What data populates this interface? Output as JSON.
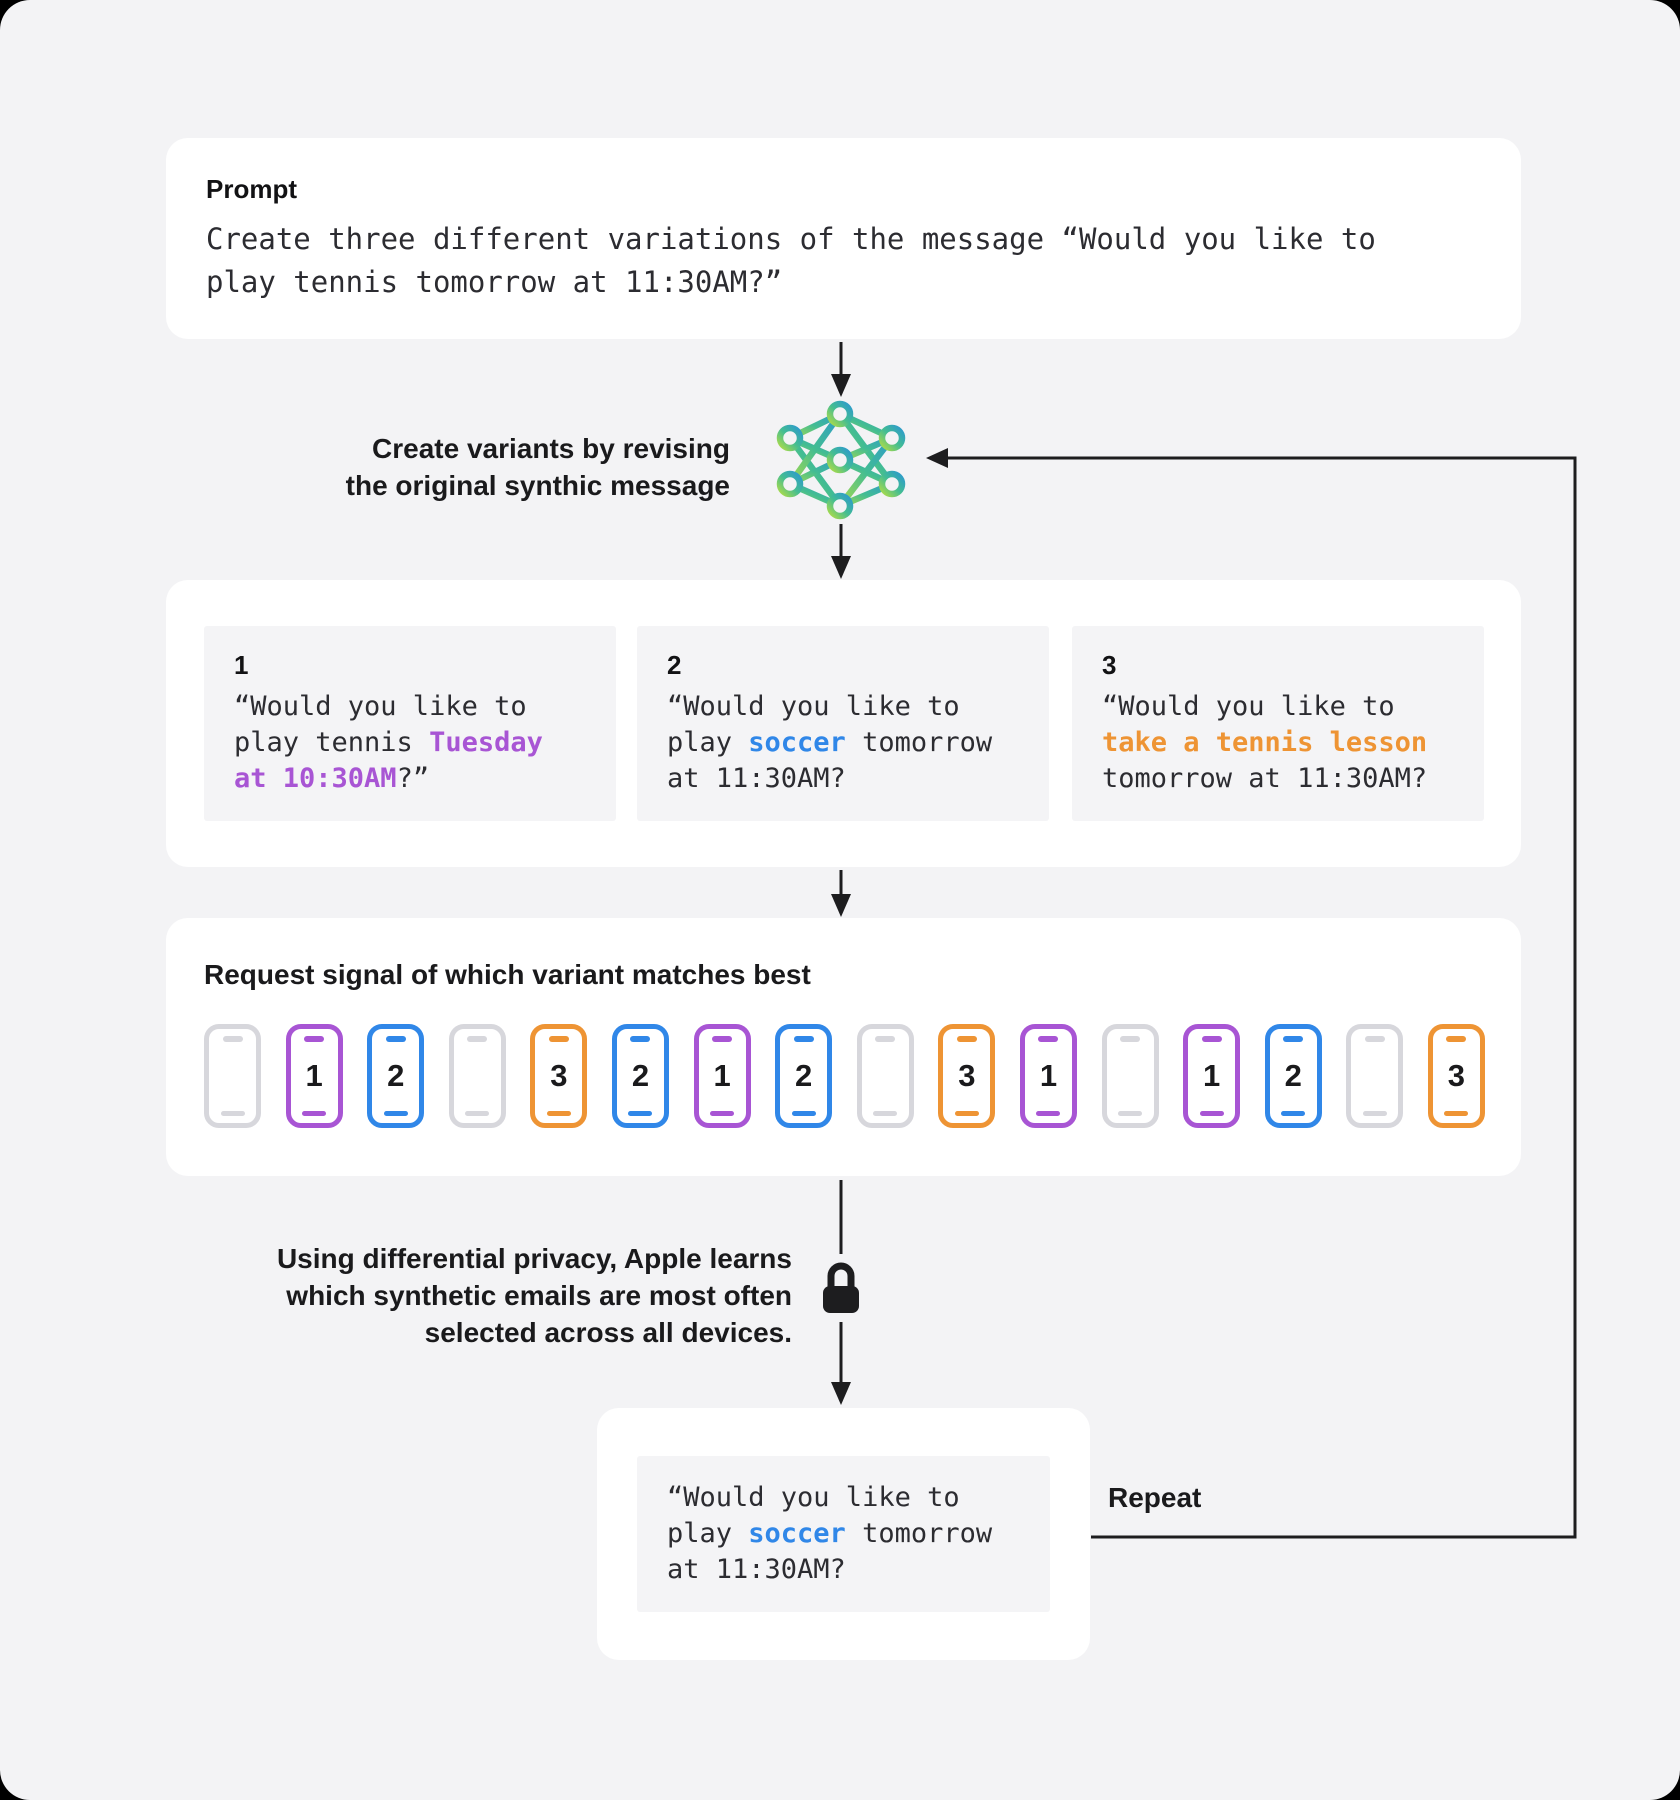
{
  "colors": {
    "purple": "#A855D4",
    "blue": "#3087E8",
    "orange": "#EE9434",
    "gray_phone": "#D7D7DC",
    "arrow": "#1D1D1F",
    "network_gradient": [
      "#AADB4B",
      "#43BD92",
      "#2D9BCC"
    ]
  },
  "prompt_card": {
    "label": "Prompt",
    "text": "Create three different variations of the message “Would you like to\nplay tennis tomorrow at 11:30AM?”"
  },
  "revise_step": {
    "icon": "neural-network-icon",
    "label_line1": "Create variants by revising",
    "label_line2": "the original synthic message"
  },
  "variants_card": {
    "items": [
      {
        "number": "1",
        "segments": [
          {
            "text": "“Would you like to\nplay tennis ",
            "color": "default"
          },
          {
            "text": "Tuesday\nat 10:30AM",
            "color": "purple"
          },
          {
            "text": "?”",
            "color": "default"
          }
        ]
      },
      {
        "number": "2",
        "segments": [
          {
            "text": "“Would you like to\nplay ",
            "color": "default"
          },
          {
            "text": "soccer",
            "color": "blue"
          },
          {
            "text": " tomorrow\nat 11:30AM?",
            "color": "default"
          }
        ]
      },
      {
        "number": "3",
        "segments": [
          {
            "text": "“Would you like to\n",
            "color": "default"
          },
          {
            "text": "take a tennis lesson",
            "color": "orange"
          },
          {
            "text": "\ntomorrow at 11:30AM?",
            "color": "default"
          }
        ]
      }
    ]
  },
  "signal_card": {
    "title": "Request signal of which variant matches best",
    "phones": [
      null,
      1,
      2,
      null,
      3,
      2,
      1,
      2,
      null,
      3,
      1,
      null,
      1,
      2,
      null,
      3
    ]
  },
  "privacy_step": {
    "icon": "lock-icon",
    "lines": [
      "Using differential privacy, Apple learns",
      "which synthetic emails are most often",
      "selected across all devices."
    ]
  },
  "result_card": {
    "segments": [
      {
        "text": "“Would you like to\nplay ",
        "color": "default"
      },
      {
        "text": "soccer",
        "color": "blue"
      },
      {
        "text": " tomorrow\nat 11:30AM?",
        "color": "default"
      }
    ]
  },
  "repeat_label": "Repeat"
}
